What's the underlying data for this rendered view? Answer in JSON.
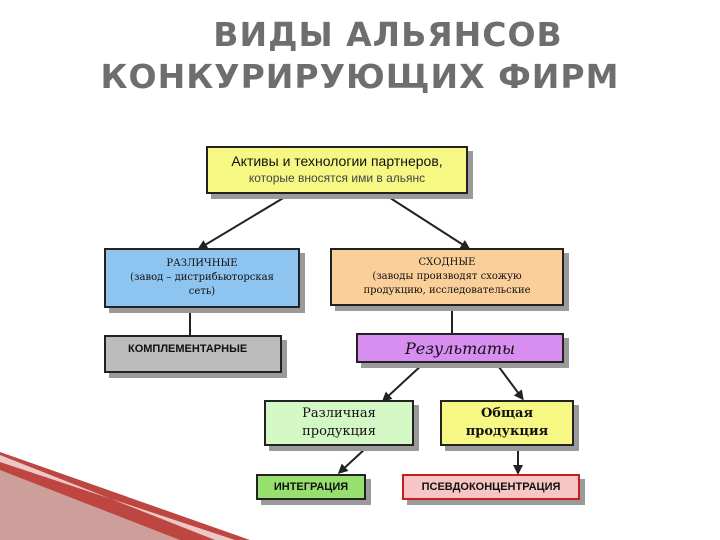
{
  "title": {
    "line1": "ВИДЫ АЛЬЯНСОВ",
    "line2": "КОНКУРИРУЮЩИХ ФИРМ"
  },
  "boxes": {
    "assets": {
      "line1": "Активы и технологии партнеров,",
      "line2": "которые вносятся ими в альянс"
    },
    "different": {
      "line1": "РАЗЛИЧНЫЕ",
      "line2": "(завод – дистрибьюторская",
      "line3": "сеть)"
    },
    "similar": {
      "line1": "СХОДНЫЕ",
      "line2": "(заводы производят схожую",
      "line3": "продукцию, исследовательские"
    },
    "complementary": "КОМПЛЕМЕНТАРНЫЕ",
    "results": "Результаты",
    "different_product": {
      "line1": "Различная",
      "line2": "продукция"
    },
    "common_product": {
      "line1": "Общая",
      "line2": "продукция"
    },
    "integration": "ИНТЕГРАЦИЯ",
    "pseudo": "ПСЕВДОКОНЦЕНТРАЦИЯ"
  },
  "colors": {
    "assets": "#f7f784",
    "different": "#8ec4f0",
    "similar": "#fbcf99",
    "complementary": "#bcbcbc",
    "results": "#d78ef0",
    "different_product": "#d4f7c6",
    "common_product": "#f7f784",
    "integration": "#97e06f",
    "pseudo": "#f7c6c4",
    "corner_accent": "#b3261e"
  }
}
